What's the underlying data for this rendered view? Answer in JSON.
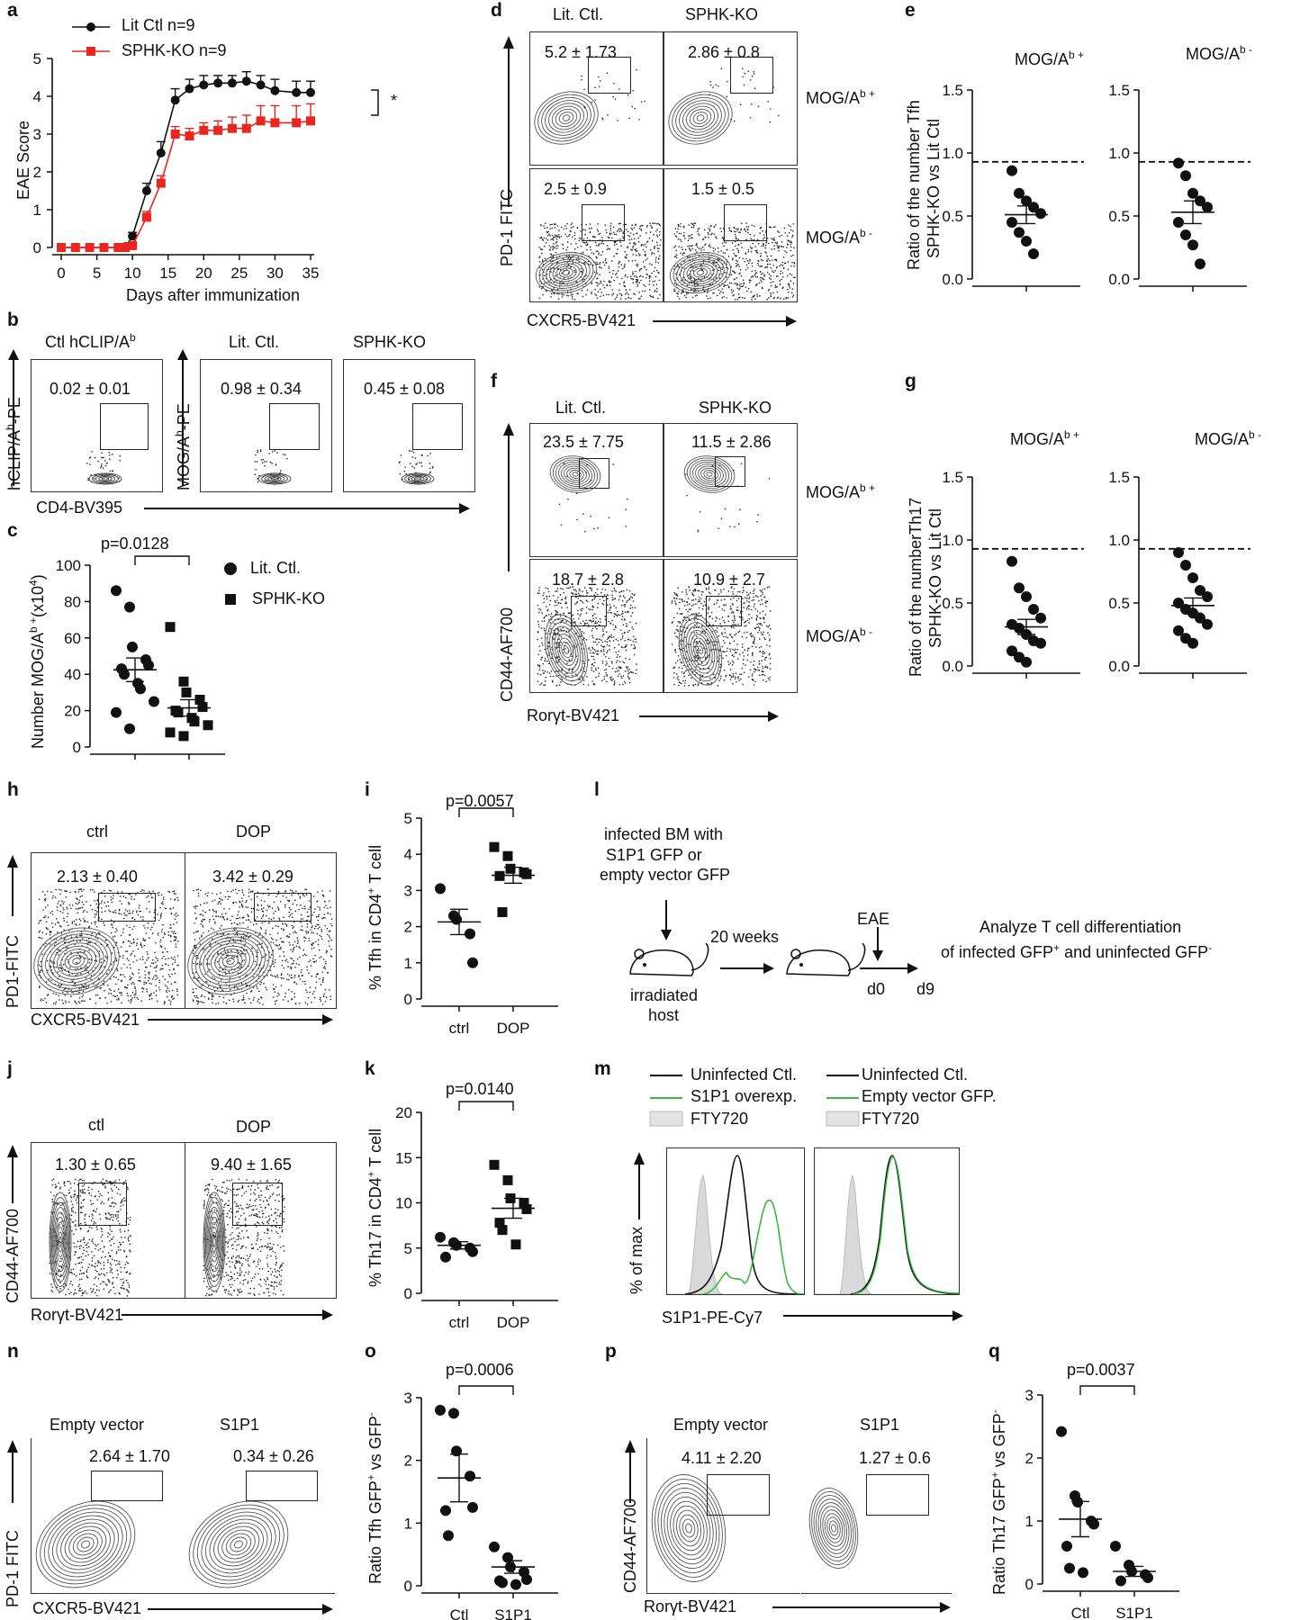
{
  "letters": [
    "a",
    "b",
    "c",
    "d",
    "e",
    "f",
    "g",
    "h",
    "i",
    "j",
    "k",
    "l",
    "m",
    "n",
    "o",
    "p",
    "q"
  ],
  "panel_a": {
    "chart_data": {
      "type": "line",
      "xlabel": "Days after immunization",
      "ylabel": "EAE Score",
      "ylim": [
        0,
        5
      ],
      "xticks": [
        "0",
        "5",
        "10",
        "15",
        "20",
        "25",
        "30",
        "35"
      ],
      "yticks": [
        "0",
        "1",
        "2",
        "3",
        "4",
        "5"
      ],
      "significance": "*",
      "x": [
        0,
        2,
        4,
        6,
        8,
        9,
        10,
        12,
        14,
        16,
        18,
        20,
        22,
        24,
        26,
        28,
        30,
        33,
        35
      ],
      "series": [
        {
          "name": "Lit Ctl n=9",
          "color": "#111111",
          "values": [
            0,
            0,
            0,
            0,
            0,
            0.02,
            0.3,
            1.5,
            2.5,
            3.9,
            4.2,
            4.3,
            4.35,
            4.35,
            4.4,
            4.3,
            4.15,
            4.1,
            4.1
          ],
          "err": [
            0,
            0,
            0,
            0,
            0,
            0,
            0.1,
            0.2,
            0.3,
            0.3,
            0.25,
            0.25,
            0.2,
            0.2,
            0.25,
            0.25,
            0.3,
            0.3,
            0.3
          ]
        },
        {
          "name": "SPHK-KO n=9",
          "color": "#e8251e",
          "values": [
            0,
            0,
            0,
            0,
            0,
            0,
            0.05,
            0.8,
            1.7,
            3.0,
            2.95,
            3.1,
            3.1,
            3.15,
            3.15,
            3.35,
            3.3,
            3.3,
            3.35
          ],
          "err": [
            0,
            0,
            0,
            0,
            0,
            0,
            0.02,
            0.15,
            0.2,
            0.2,
            0.2,
            0.2,
            0.25,
            0.3,
            0.35,
            0.4,
            0.45,
            0.45,
            0.45
          ]
        }
      ]
    }
  },
  "panel_b": {
    "titles": [
      "Ctl hCLIP/A",
      "Lit. Ctl.",
      "SPHK-KO"
    ],
    "title_sup": "b",
    "stats": [
      "0.02 ± 0.01",
      "0.98 ± 0.34",
      "0.45 ± 0.08"
    ],
    "ylabel1": "hCLIP/A",
    "ylabel1_sup": "b",
    "ylabel1_suffix": "-PE",
    "ylabel2": "MOG/A",
    "ylabel2_sup": "b",
    "ylabel2_suffix": "-PE",
    "xlabel": "CD4-BV395"
  },
  "panel_c": {
    "chart_data": {
      "type": "scatter",
      "ylabel": "Number MOG/A",
      "ylabel_sup": "b +",
      "ylabel_suffix": "(x10",
      "ylabel_exp": "4",
      "ylabel_end": ")",
      "ylim": [
        0,
        100
      ],
      "yticks": [
        "0",
        "20",
        "40",
        "60",
        "80",
        "100"
      ],
      "pvalue": "p=0.0128",
      "legend": [
        {
          "name": "Lit. Ctl.",
          "marker": "circle"
        },
        {
          "name": "SPHK-KO",
          "marker": "square"
        }
      ],
      "groups": [
        {
          "name": "Lit. Ctl.",
          "values": [
            86,
            77,
            55,
            48,
            45,
            43,
            40,
            35,
            32,
            25,
            19,
            10
          ],
          "mean": 42.5,
          "sem": 6.5
        },
        {
          "name": "SPHK-KO",
          "values": [
            66,
            36,
            30,
            26,
            22,
            20,
            19,
            16,
            14,
            12,
            8,
            6
          ],
          "mean": 21.5,
          "sem": 4.5
        }
      ]
    }
  },
  "panel_d": {
    "col_titles": [
      "Lit. Ctl.",
      "SPHK-KO"
    ],
    "stats": [
      "5.2 ± 1.73",
      "2.86 ± 0.8",
      "2.5 ± 0.9",
      "1.5 ± 0.5"
    ],
    "row_labels": [
      "MOG/A",
      "MOG/A"
    ],
    "row_sups": [
      "b +",
      "b -"
    ],
    "ylabel": "PD-1 FITC",
    "xlabel": "CXCR5-BV421"
  },
  "panel_e": {
    "ylabel1": "Ratio of the number Tfh",
    "ylabel2": "SPHK-KO vs Lit Ctl",
    "charts": [
      {
        "title": "MOG/A",
        "sup": "b +",
        "yticks": [
          "0.0",
          "0.5",
          "1.0",
          "1.5"
        ],
        "values": [
          0.86,
          0.68,
          0.62,
          0.57,
          0.52,
          0.45,
          0.37,
          0.3,
          0.2
        ],
        "mean": 0.51,
        "sem": 0.07
      },
      {
        "title": "MOG/A",
        "sup": "b -",
        "yticks": [
          "0.0",
          "0.5",
          "1.0",
          "1.5"
        ],
        "values": [
          0.92,
          0.82,
          0.68,
          0.62,
          0.57,
          0.45,
          0.35,
          0.27,
          0.12
        ],
        "mean": 0.53,
        "sem": 0.09
      }
    ]
  },
  "panel_f": {
    "col_titles": [
      "Lit. Ctl.",
      "SPHK-KO"
    ],
    "stats": [
      "23.5 ± 7.75",
      "11.5 ± 2.86",
      "18.7 ± 2.8",
      "10.9 ± 2.7"
    ],
    "row_labels": [
      "MOG/A",
      "MOG/A"
    ],
    "row_sups": [
      "b +",
      "b -"
    ],
    "ylabel": "CD44-AF700",
    "xlabel": "Rorγt-BV421"
  },
  "panel_g": {
    "ylabel1": "Ratio of the numberTh17",
    "ylabel2": "SPHK-KO vs Lit Ctl",
    "charts": [
      {
        "title": "MOG/A",
        "sup": "b +",
        "yticks": [
          "0.0",
          "0.5",
          "1.0",
          "1.5"
        ],
        "values": [
          0.83,
          0.62,
          0.55,
          0.45,
          0.38,
          0.33,
          0.3,
          0.25,
          0.2,
          0.18,
          0.12,
          0.07,
          0.03
        ],
        "mean": 0.31,
        "sem": 0.06
      },
      {
        "title": "MOG/A",
        "sup": "b -",
        "yticks": [
          "0.0",
          "0.5",
          "1.0",
          "1.5"
        ],
        "values": [
          0.9,
          0.8,
          0.7,
          0.6,
          0.55,
          0.5,
          0.45,
          0.42,
          0.38,
          0.33,
          0.28,
          0.22,
          0.18
        ],
        "mean": 0.48,
        "sem": 0.06
      }
    ]
  },
  "panel_h": {
    "col_titles": [
      "ctrl",
      "DOP"
    ],
    "stats": [
      "2.13 ± 0.40",
      "3.42 ± 0.29"
    ],
    "ylabel": "PD1-FITC",
    "xlabel": "CXCR5-BV421"
  },
  "panel_i": {
    "chart_data": {
      "type": "scatter",
      "ylabel": "% Tfh in CD4",
      "ylabel_sup": "+",
      "ylabel_suffix": " T cell",
      "pvalue": "p=0.0057",
      "ylim": [
        0,
        5
      ],
      "yticks": [
        "0",
        "1",
        "2",
        "3",
        "4",
        "5"
      ],
      "categories": [
        "ctrl",
        "DOP"
      ],
      "groups": [
        {
          "name": "ctrl",
          "marker": "circle",
          "values": [
            3.05,
            2.3,
            2.2,
            1.8,
            1.0
          ],
          "mean": 2.13,
          "sem": 0.35
        },
        {
          "name": "DOP",
          "marker": "square",
          "values": [
            4.2,
            3.95,
            3.6,
            3.5,
            3.45,
            3.4,
            2.4
          ],
          "mean": 3.42,
          "sem": 0.22
        }
      ]
    }
  },
  "panel_j": {
    "col_titles": [
      "ctl",
      "DOP"
    ],
    "stats": [
      "1.30 ± 0.65",
      "9.40 ± 1.65"
    ],
    "ylabel": "CD44-AF700",
    "xlabel": "Rorγt-BV421"
  },
  "panel_k": {
    "chart_data": {
      "type": "scatter",
      "ylabel": "% Th17 in CD4",
      "ylabel_sup": "+",
      "ylabel_suffix": " T cell",
      "pvalue": "p=0.0140",
      "ylim": [
        0,
        20
      ],
      "yticks": [
        "0",
        "5",
        "10",
        "15",
        "20"
      ],
      "categories": [
        "ctrl",
        "DOP"
      ],
      "groups": [
        {
          "name": "ctrl",
          "marker": "circle",
          "values": [
            6.2,
            5.6,
            5.3,
            5.0,
            4.6,
            4.0
          ],
          "mean": 5.3,
          "sem": 0.4
        },
        {
          "name": "DOP",
          "marker": "square",
          "values": [
            14.2,
            12.5,
            10.5,
            10.0,
            9.3,
            7.8,
            7.0,
            5.4
          ],
          "mean": 9.4,
          "sem": 1.1
        }
      ]
    }
  },
  "panel_l": {
    "text1": "infected BM with",
    "text2": "S1P1 GFP or",
    "text3": "empty vector GFP",
    "host1": "irradiated",
    "host2": "host",
    "weeks": "20 weeks",
    "eae": "EAE",
    "d0": "d0",
    "d9": "d9",
    "analyze1": "Analyze T cell differentiation",
    "analyze2a": "of infected GFP",
    "analyze2sup": "+",
    "analyze2b": " and uninfected GFP",
    "analyze2sup2": "-"
  },
  "panel_m": {
    "legend_left": [
      "Uninfected Ctl.",
      "S1P1 overexp.",
      "FTY720"
    ],
    "legend_right": [
      "Uninfected Ctl.",
      "Empty vector GFP.",
      "FTY720"
    ],
    "colors": {
      "black": "#111111",
      "green": "#3cb83c",
      "gray": "#cfcfcf"
    },
    "ylabel": "% of max",
    "xlabel": "S1P1-PE-Cy7"
  },
  "panel_n": {
    "col_titles": [
      "Empty vector",
      "S1P1"
    ],
    "stats": [
      "2.64 ± 1.70",
      "0.34 ± 0.26"
    ],
    "ylabel": "PD-1 FITC",
    "xlabel": "CXCR5-BV421"
  },
  "panel_o": {
    "chart_data": {
      "type": "scatter",
      "ylabel": "Ratio Tfh GFP",
      "ylabel_sup": "+",
      "ylabel_mid": " vs GFP",
      "ylabel_sup2": "-",
      "pvalue": "p=0.0006",
      "ylim": [
        0,
        3
      ],
      "yticks": [
        "0",
        "1",
        "2",
        "3"
      ],
      "categories": [
        "Ctl",
        "S1P1"
      ],
      "groups": [
        {
          "name": "Ctl",
          "marker": "circle",
          "values": [
            2.8,
            2.75,
            2.15,
            1.75,
            1.25,
            1.2,
            0.8
          ],
          "mean": 1.72,
          "sem": 0.38
        },
        {
          "name": "S1P1",
          "marker": "circle",
          "values": [
            0.62,
            0.45,
            0.3,
            0.22,
            0.1,
            0.08,
            0.05,
            0.02
          ],
          "mean": 0.3,
          "sem": 0.1
        }
      ]
    }
  },
  "panel_p": {
    "col_titles": [
      "Empty vector",
      "S1P1"
    ],
    "stats": [
      "4.11 ± 2.20",
      "1.27 ± 0.6"
    ],
    "ylabel": "CD44-AF700",
    "xlabel": "Rorγt-BV421"
  },
  "panel_q": {
    "chart_data": {
      "type": "scatter",
      "ylabel": "Ratio Th17 GFP",
      "ylabel_sup": "+",
      "ylabel_mid": " vs GFP",
      "ylabel_sup2": "-",
      "pvalue": "p=0.0037",
      "ylim": [
        0,
        3
      ],
      "yticks": [
        "0",
        "1",
        "2",
        "3"
      ],
      "categories": [
        "Ctl",
        "S1P1"
      ],
      "groups": [
        {
          "name": "Ctl",
          "marker": "circle",
          "values": [
            2.42,
            1.4,
            1.3,
            1.0,
            0.95,
            0.6,
            0.25,
            0.18
          ],
          "mean": 1.03,
          "sem": 0.28
        },
        {
          "name": "S1P1",
          "marker": "circle",
          "values": [
            0.6,
            0.3,
            0.2,
            0.15,
            0.1,
            0.05
          ],
          "mean": 0.2,
          "sem": 0.08
        }
      ]
    }
  }
}
